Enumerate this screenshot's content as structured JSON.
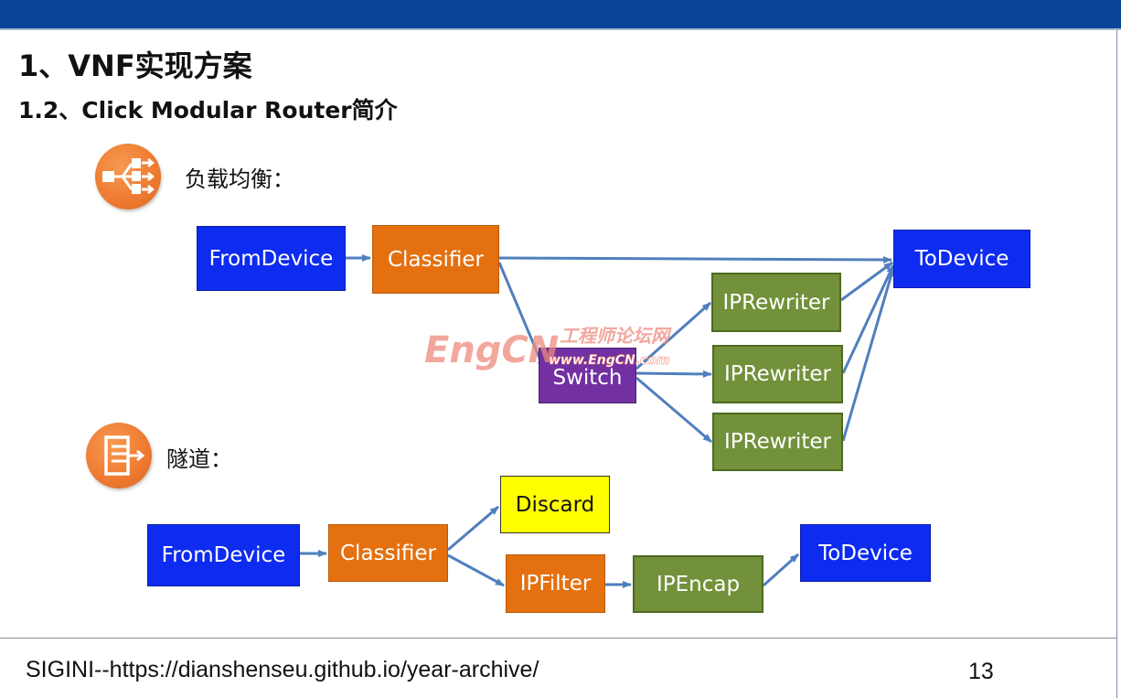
{
  "title": "1、VNF实现方案",
  "subtitle": "1.2、Click Modular Router简介",
  "sections": {
    "load_balance": {
      "label": "负载均衡：",
      "icon": "load-balancer-icon",
      "nodes": {
        "from_device": "FromDevice",
        "classifier": "Classifier",
        "to_device": "ToDevice",
        "switch": "Switch",
        "ip_rewriter_1": "IPRewriter",
        "ip_rewriter_2": "IPRewriter",
        "ip_rewriter_3": "IPRewriter"
      },
      "edges": [
        [
          "from_device",
          "classifier"
        ],
        [
          "classifier",
          "to_device"
        ],
        [
          "classifier",
          "switch"
        ],
        [
          "switch",
          "ip_rewriter_1"
        ],
        [
          "switch",
          "ip_rewriter_2"
        ],
        [
          "switch",
          "ip_rewriter_3"
        ],
        [
          "ip_rewriter_1",
          "to_device"
        ],
        [
          "ip_rewriter_2",
          "to_device"
        ],
        [
          "ip_rewriter_3",
          "to_device"
        ]
      ]
    },
    "tunnel": {
      "label": "隧道：",
      "icon": "tunnel-icon",
      "nodes": {
        "from_device": "FromDevice",
        "classifier": "Classifier",
        "discard": "Discard",
        "ip_filter": "IPFilter",
        "ip_encap": "IPEncap",
        "to_device": "ToDevice"
      },
      "edges": [
        [
          "from_device",
          "classifier"
        ],
        [
          "classifier",
          "discard"
        ],
        [
          "classifier",
          "ip_filter"
        ],
        [
          "ip_filter",
          "ip_encap"
        ],
        [
          "ip_encap",
          "to_device"
        ]
      ]
    }
  },
  "watermark": {
    "brand": "EngCN",
    "cn": "工程师论坛网",
    "url": "www.EngCN.com"
  },
  "footer": {
    "text": "SIGINI--https://dianshenseu.github.io/year-archive/",
    "page": "13"
  },
  "colors": {
    "topbar": "#0b4599",
    "node_blue": "#0e2bf0",
    "node_orange": "#e4700f",
    "node_green": "#72913a",
    "node_purple": "#7230a2",
    "node_yellow": "#ffff00",
    "arrow": "#4f7fbd"
  }
}
